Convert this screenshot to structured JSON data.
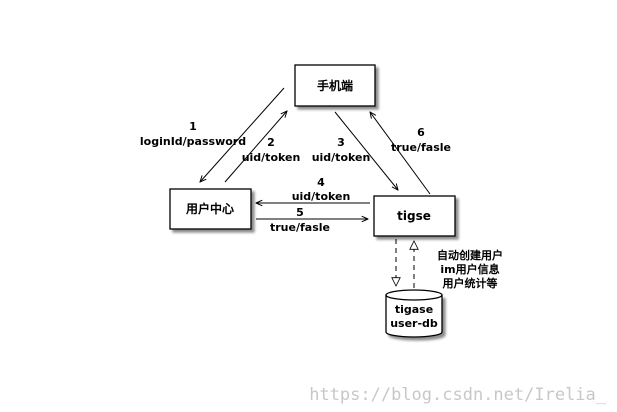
{
  "nodes": {
    "mobile": "手机端",
    "user_center": "用户中心",
    "tigse": "tigse",
    "db_line1": "tigase",
    "db_line2": "user-db"
  },
  "edges": {
    "e1_num": "1",
    "e1_text": "loginId/password",
    "e2_num": "2",
    "e2_text": "uid/token",
    "e3_num": "3",
    "e3_text": "uid/token",
    "e4_num": "4",
    "e4_text": "uid/token",
    "e5_num": "5",
    "e5_text": "true/fasle",
    "e6_num": "6",
    "e6_text": "true/fasle"
  },
  "db_note": [
    "自动创建用户",
    "im用户信息",
    "用户统计等"
  ],
  "watermark": "https://blog.csdn.net/Irelia_"
}
